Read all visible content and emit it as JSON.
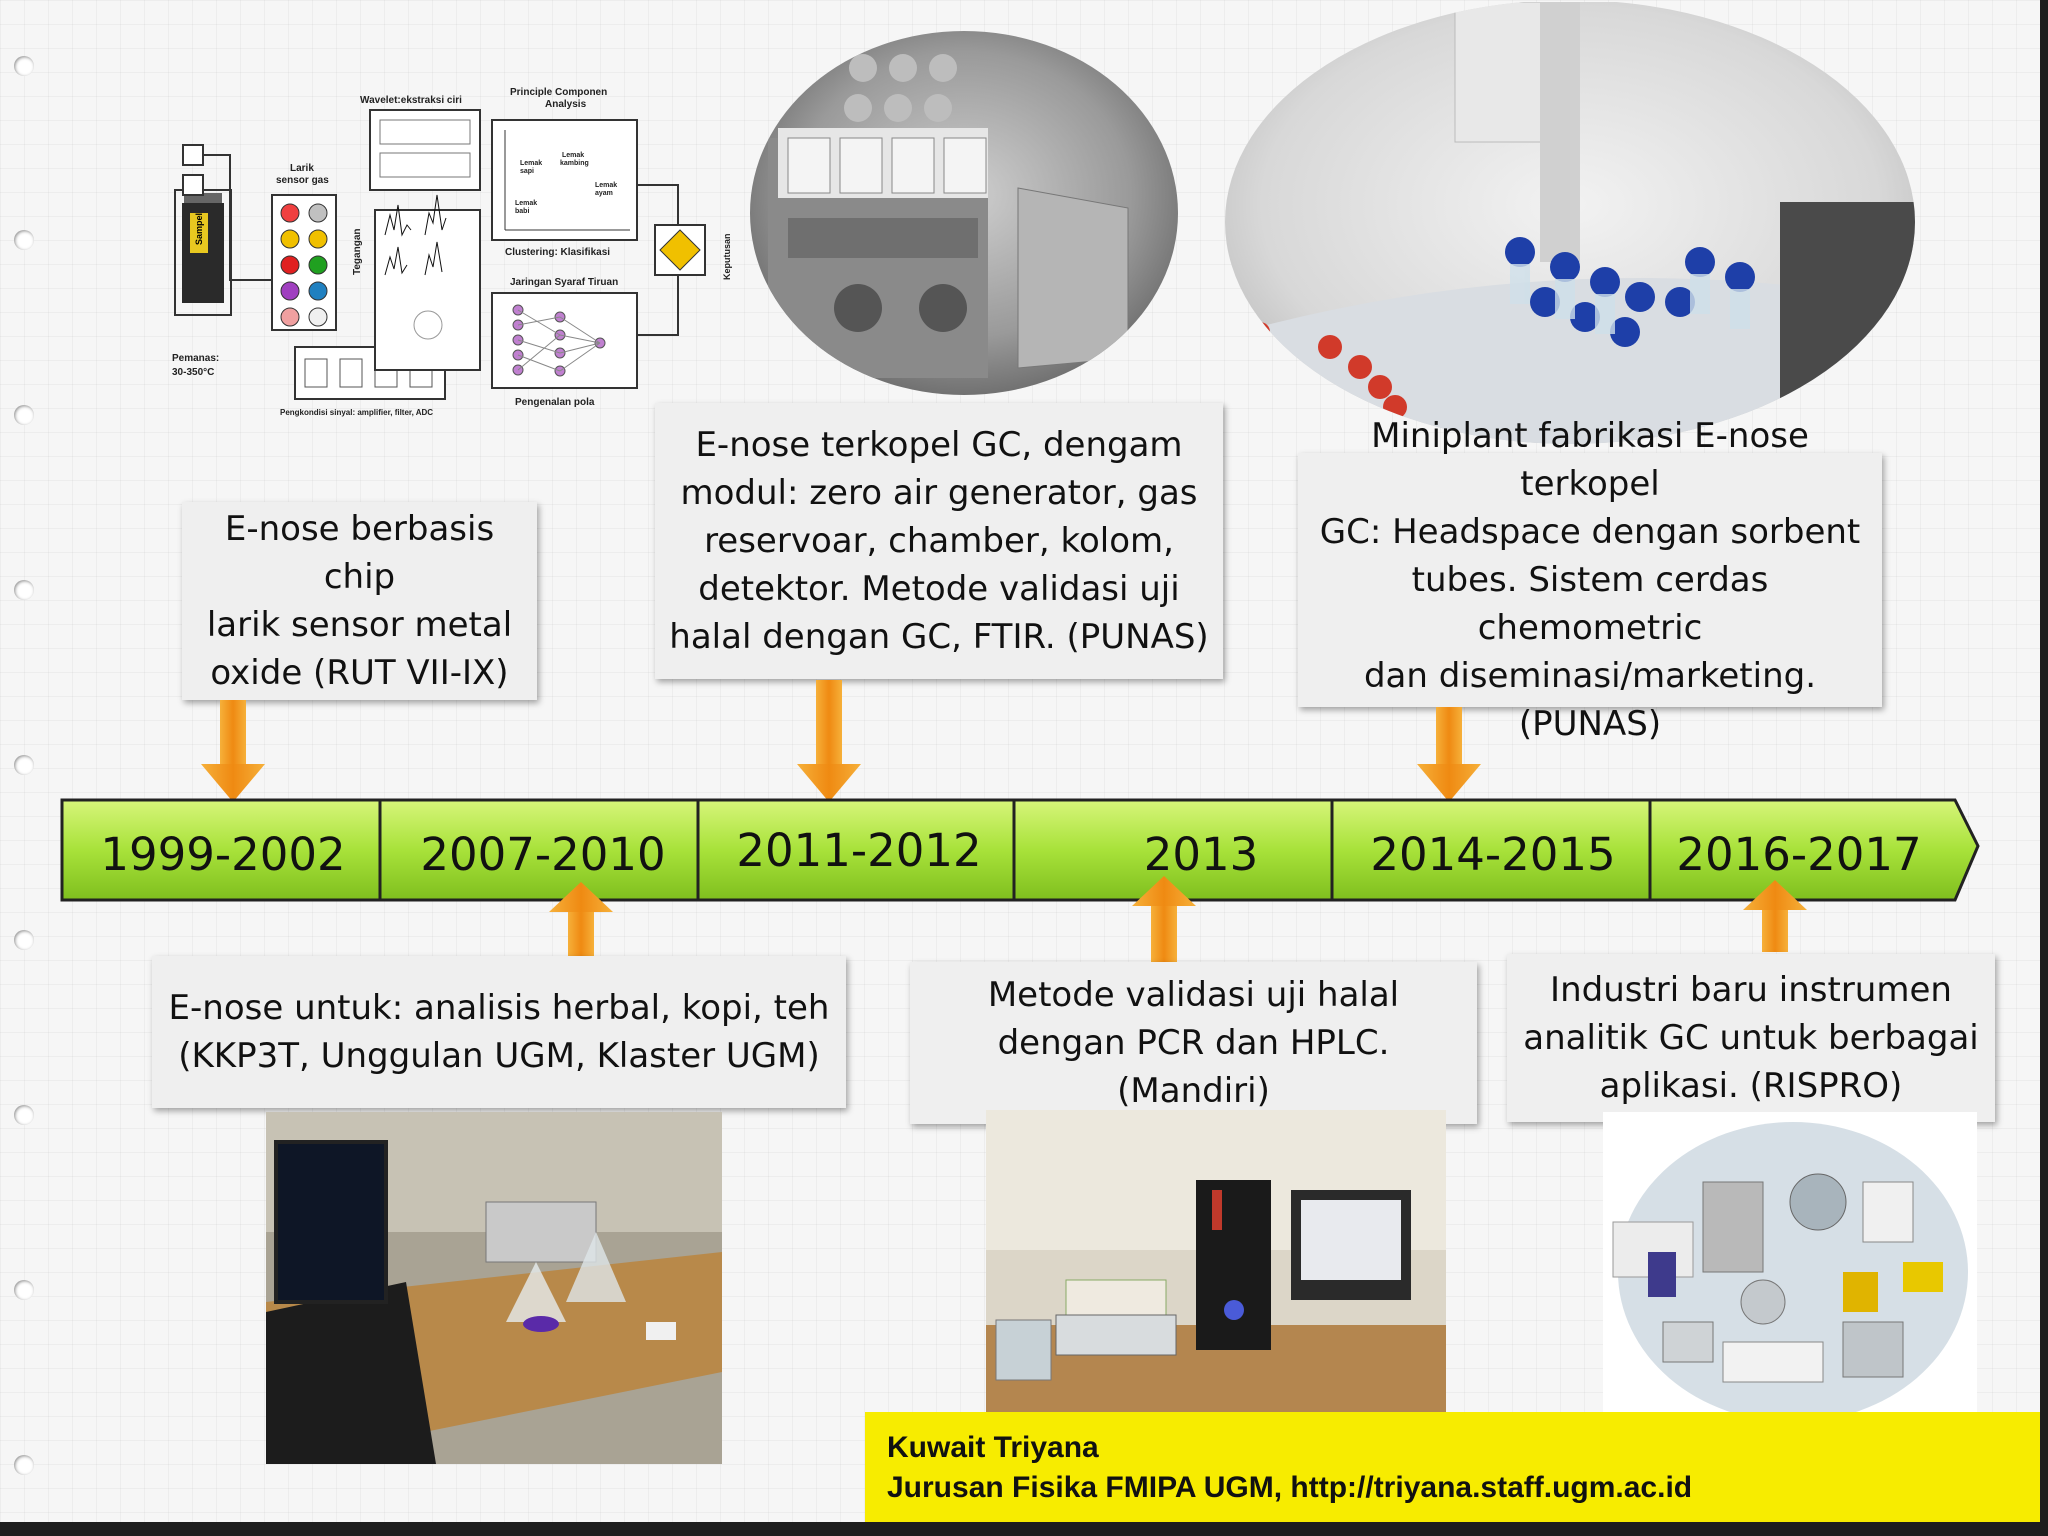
{
  "timeline": {
    "periods": [
      "1999-2002",
      "2007-2010",
      "2011-2012",
      "2013",
      "2014-2015",
      "2016-2017"
    ]
  },
  "milestones_top": [
    "E-nose berbasis chip\nlarik sensor metal\noxide (RUT VII-IX)",
    "E-nose terkopel GC, dengam\nmodul: zero air  generator, gas\nreservoar, chamber, kolom,\ndetektor. Metode validasi  uji\nhalal  dengan GC, FTIR. (PUNAS)",
    "Miniplant  fabrikasi E-nose terkopel\nGC:  Headspace dengan sorbent\ntubes. Sistem cerdas chemometric\ndan diseminasi/marketing. (PUNAS)"
  ],
  "milestones_bottom": [
    "E-nose untuk: analisis herbal, kopi, teh\n(KKP3T, Unggulan UGM, Klaster UGM)",
    "Metode validasi  uji halal\ndengan PCR dan HPLC.\n(Mandiri)",
    "Industri baru instrumen\nanalitik GC untuk berbagai\naplikasi. (RISPRO)"
  ],
  "diagram": {
    "wavelet_title": "Wavelet:ekstraksi ciri",
    "pca_title": "Principle Componen\nAnalysis",
    "sensor_title": "Larik\nsensor gas",
    "tegangan": "Tegangan",
    "clustering": "Clustering: Klasifikasi",
    "ann_title": "Jaringan Syaraf Tiruan",
    "keputusan": "Keputusan",
    "pemanas": "Pemanas:\n30-350°C",
    "pengkondisi": "Pengkondisi sinyal: amplifier, filter, ADC",
    "pengenalan": "Pengenalan pola",
    "sample": "Sampel",
    "pca_labels": [
      "Lemak babi",
      "Lemak kambing",
      "Lemak sapi",
      "Lemak ayam"
    ]
  },
  "credit": {
    "name": "Kuwait Triyana",
    "affiliation": "Jurusan Fisika FMIPA UGM, http://triyana.staff.ugm.ac.id"
  },
  "colors": {
    "timeline_green": "#a8e23a",
    "arrow_orange": "#f39a1e",
    "credit_yellow": "#f7ec00"
  }
}
